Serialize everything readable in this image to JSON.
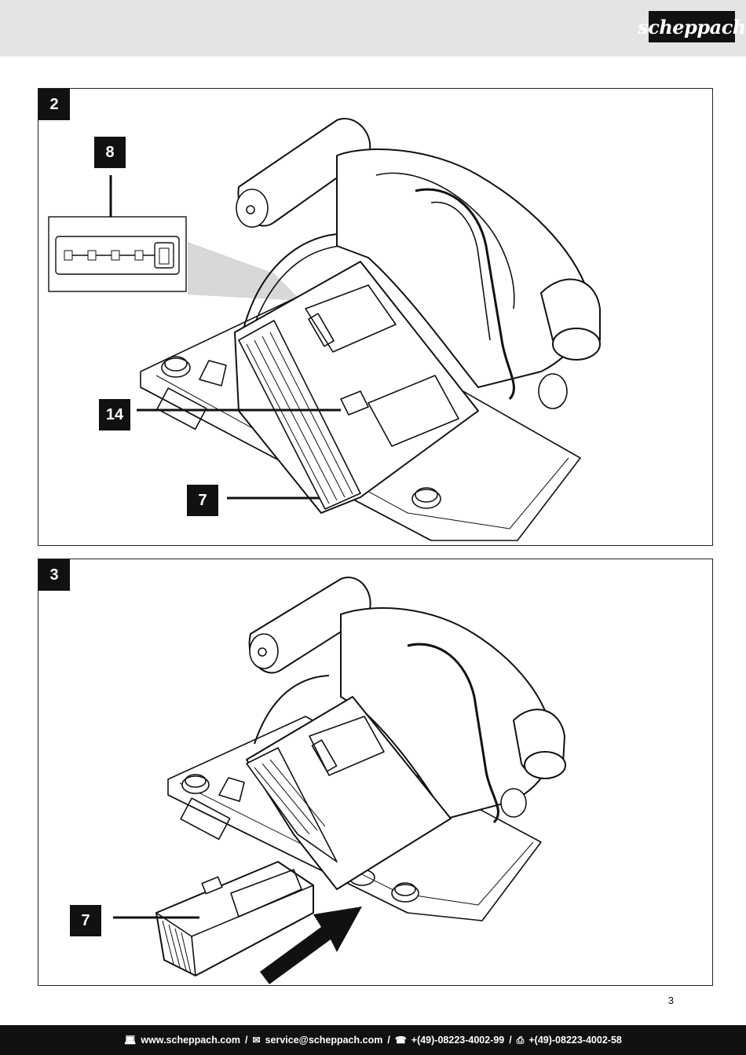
{
  "header": {
    "brand": "scheppach"
  },
  "figures": [
    {
      "number": "2",
      "callouts": [
        "8",
        "14",
        "7"
      ]
    },
    {
      "number": "3",
      "callouts": [
        "7"
      ]
    }
  ],
  "page_number": "3",
  "footer": {
    "website": "www.scheppach.com",
    "email": "service@scheppach.com",
    "phone": "+(49)-08223-4002-99",
    "fax": "+(49)-08223-4002-58",
    "separator": "/",
    "icons": [
      "computer-icon",
      "mail-icon",
      "phone-icon",
      "fax-icon"
    ]
  }
}
